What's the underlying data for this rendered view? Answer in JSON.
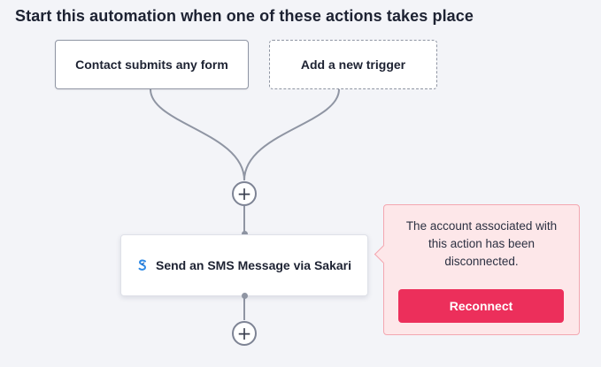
{
  "heading": "Start this automation when one of these actions takes place",
  "triggers": {
    "form_trigger_label": "Contact submits any form",
    "add_trigger_label": "Add a new trigger"
  },
  "action": {
    "label": "Send an SMS Message via Sakari",
    "icon": "sakari-logo-icon"
  },
  "plus_glyph": "+",
  "alert": {
    "message": "The account associated with this action has been disconnected.",
    "button_label": "Reconnect"
  },
  "colors": {
    "background": "#f3f4f8",
    "connector": "#8f95a3",
    "alert_bg": "#fde7e9",
    "alert_border": "#f3a7b0",
    "reconnect_bg": "#ec2f5b",
    "sakari_blue": "#2f8ae6"
  }
}
